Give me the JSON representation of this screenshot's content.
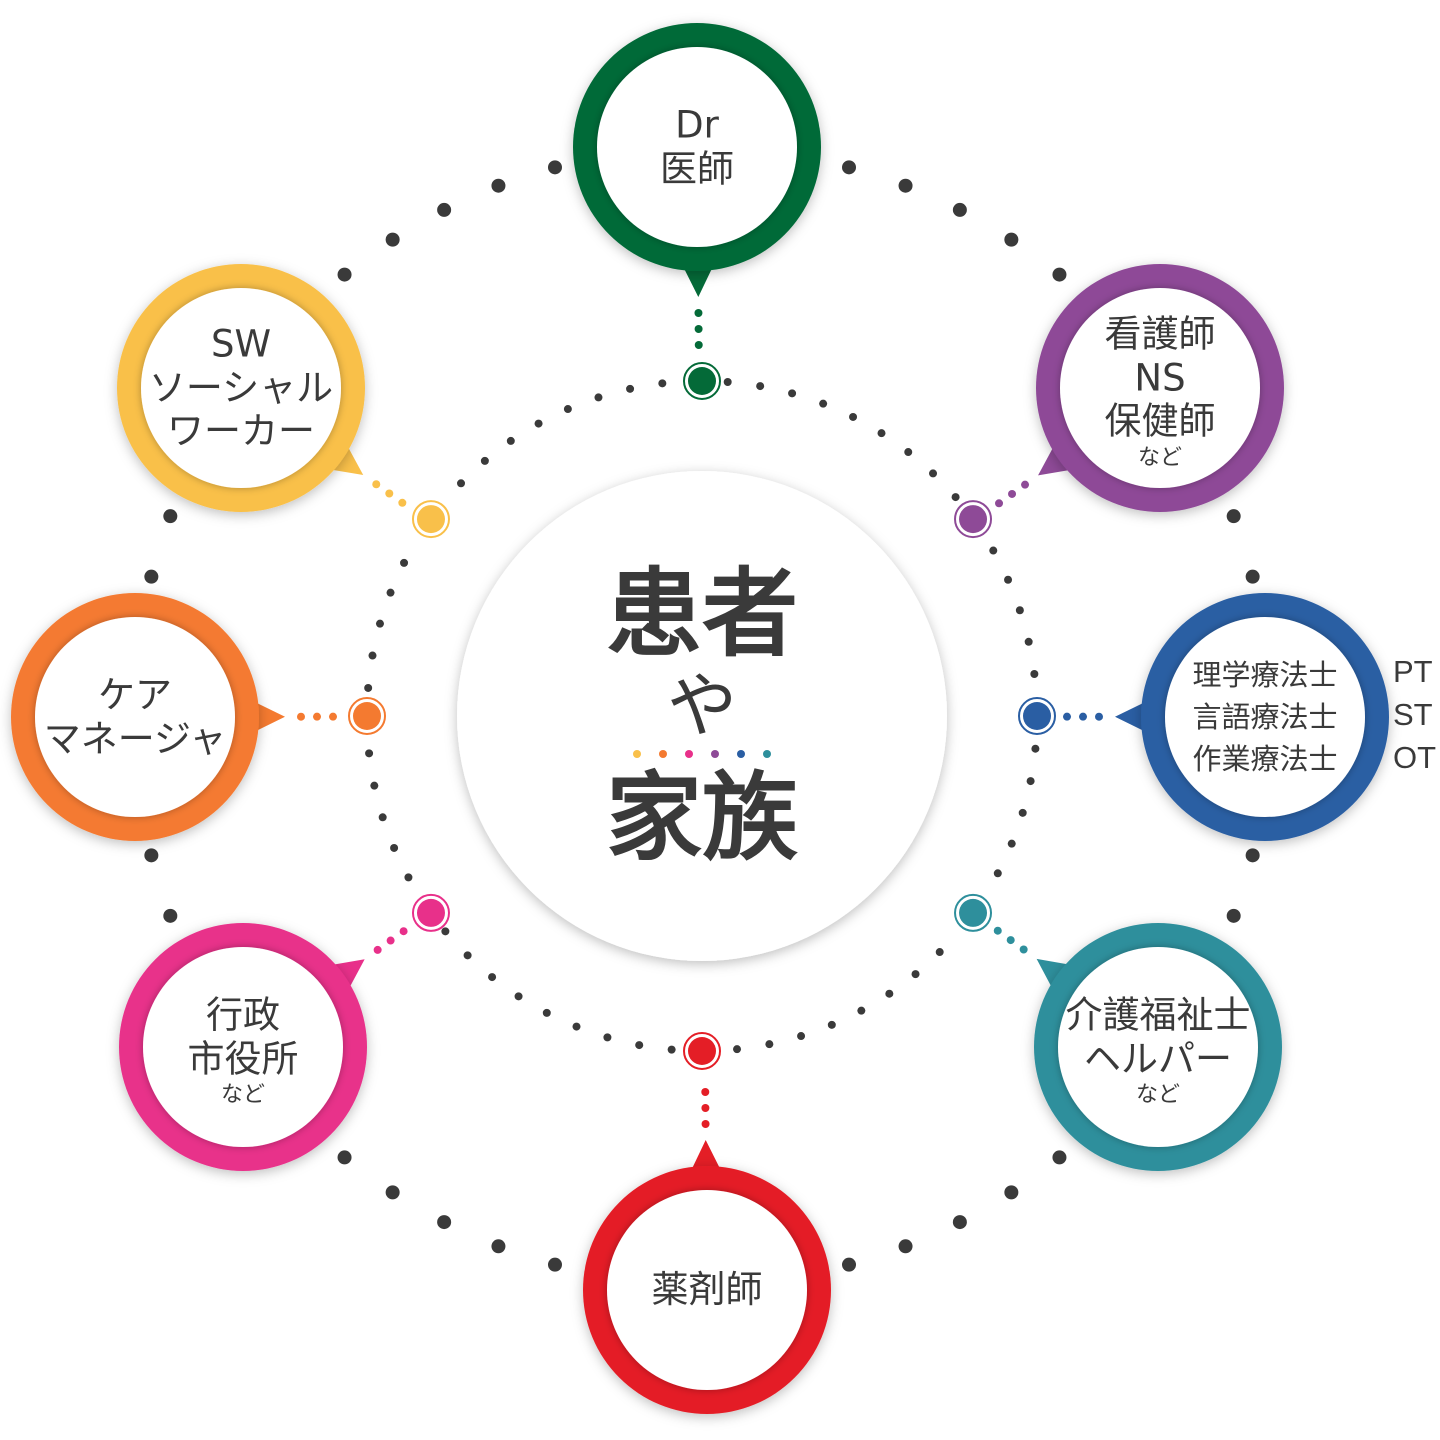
{
  "center": {
    "line1": "患者",
    "line2": "や",
    "line3": "家族",
    "dot_colors": [
      "#f9c04a",
      "#f47a30",
      "#e8308a",
      "#8e4a97",
      "#2a5ea3",
      "#2e8f9c"
    ]
  },
  "nodes": [
    {
      "id": "doctor",
      "color": "#046a38",
      "lines": [
        "Dr",
        "医師"
      ],
      "note": ""
    },
    {
      "id": "nurse",
      "color": "#8e4a97",
      "lines": [
        "看護師",
        "NS",
        "保健師"
      ],
      "note": "など"
    },
    {
      "id": "therapist",
      "color": "#2a5ea3",
      "lines": [
        "理学療法士",
        "言語療法士",
        "作業療法士"
      ],
      "note": ""
    },
    {
      "id": "care-worker",
      "color": "#2e8f9c",
      "lines": [
        "介護福祉士",
        "ヘルパー"
      ],
      "note": "など"
    },
    {
      "id": "pharmacist",
      "color": "#e41e26",
      "lines": [
        "薬剤師"
      ],
      "note": ""
    },
    {
      "id": "city-office",
      "color": "#e8308a",
      "lines": [
        "行政",
        "市役所"
      ],
      "note": "など"
    },
    {
      "id": "care-manager",
      "color": "#f47a30",
      "lines": [
        "ケア",
        "マネージャ"
      ],
      "note": ""
    },
    {
      "id": "social-worker",
      "color": "#f9c04a",
      "lines": [
        "SW",
        "ソーシャル",
        "ワーカー"
      ],
      "note": ""
    }
  ],
  "therapist_abbr": [
    "PT",
    "ST",
    "OT"
  ],
  "dot_color": "#3a3a3a"
}
